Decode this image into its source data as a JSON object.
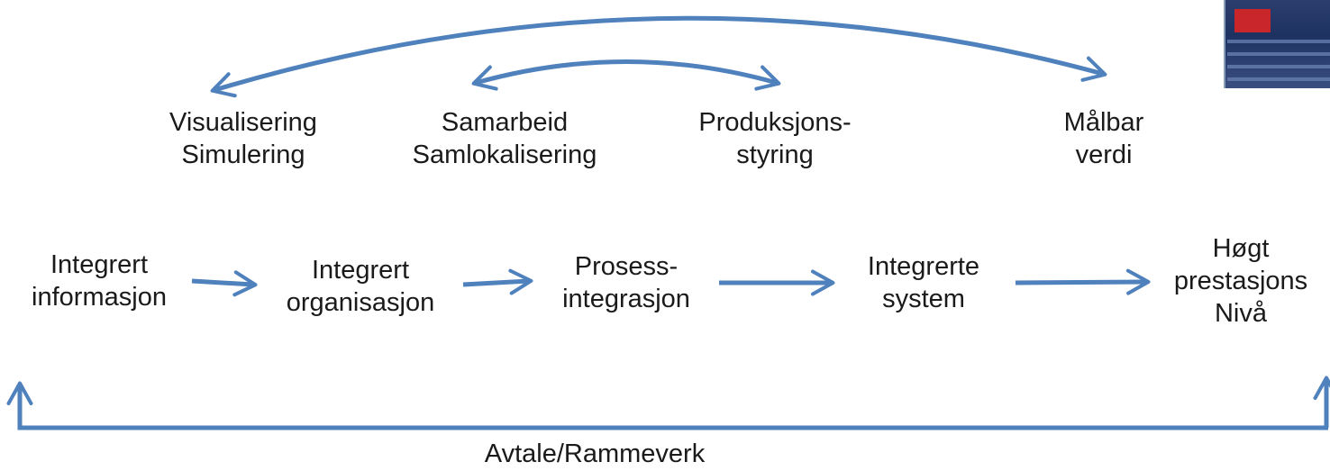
{
  "colors": {
    "arrow": "#4f81bd"
  },
  "top_labels": [
    {
      "lines": [
        "Visualisering",
        "Simulering"
      ]
    },
    {
      "lines": [
        "Samarbeid",
        "Samlokalisering"
      ]
    },
    {
      "lines": [
        "Produksjons-",
        "styring"
      ]
    },
    {
      "lines": [
        "Målbar",
        "verdi"
      ]
    }
  ],
  "steps": [
    {
      "lines": [
        "Integrert",
        "informasjon"
      ]
    },
    {
      "lines": [
        "Integrert",
        "organisasjon"
      ]
    },
    {
      "lines": [
        "Prosess-",
        "integrasjon"
      ]
    },
    {
      "lines": [
        "Integrerte",
        "system"
      ]
    },
    {
      "lines": [
        "Høgt",
        "prestasjons",
        "Nivå"
      ]
    }
  ],
  "footer": {
    "label": "Avtale/Rammeverk"
  },
  "photo": {
    "icon": "photo-thumbnail"
  }
}
